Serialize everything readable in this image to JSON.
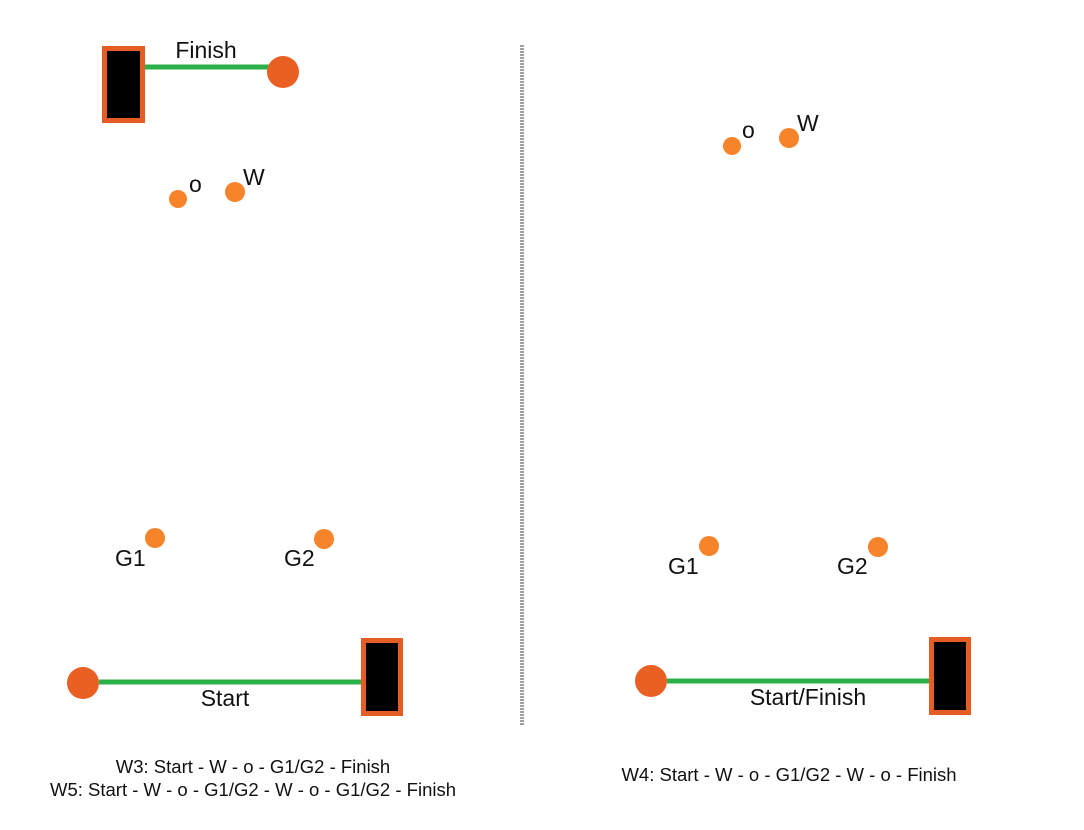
{
  "colors": {
    "boat_border": "#E65C25",
    "boat_fill": "#000000",
    "pin_buoy": "#EA5F22",
    "mark": "#F7842A",
    "line": "#2BB04A",
    "divider": "#A0A0A0"
  },
  "left": {
    "finish_label": "Finish",
    "offset_label": "o",
    "windward_label": "W",
    "gate1_label": "G1",
    "gate2_label": "G2",
    "start_label": "Start",
    "captions": [
      "W3: Start - W - o - G1/G2 - Finish",
      "W5: Start - W - o - G1/G2 - W - o - G1/G2 - Finish"
    ]
  },
  "right": {
    "offset_label": "o",
    "windward_label": "W",
    "gate1_label": "G1",
    "gate2_label": "G2",
    "start_finish_label": "Start/Finish",
    "captions": [
      "W4: Start - W - o - G1/G2 - W - o - Finish"
    ]
  }
}
